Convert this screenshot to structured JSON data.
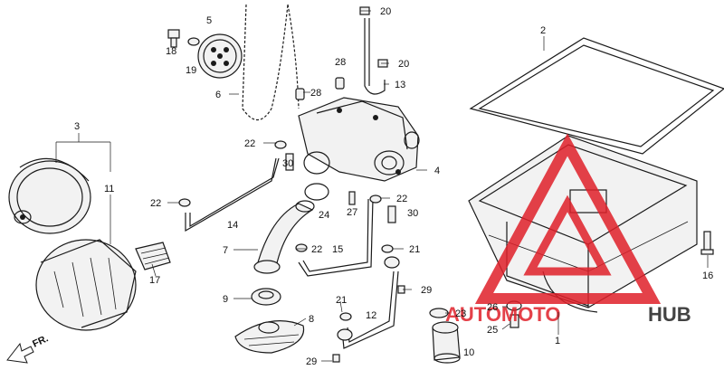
{
  "callouts": {
    "c1": "1",
    "c2": "2",
    "c3": "3",
    "c4": "4",
    "c5": "5",
    "c6": "6",
    "c7": "7",
    "c8": "8",
    "c9": "9",
    "c10": "10",
    "c11": "11",
    "c12": "12",
    "c13": "13",
    "c14": "14",
    "c15": "15",
    "c16": "16",
    "c17": "17",
    "c18": "18",
    "c19": "19",
    "c20a": "20",
    "c20b": "20",
    "c21a": "21",
    "c21b": "21",
    "c22a": "22",
    "c22b": "22",
    "c22c": "22",
    "c22d": "22",
    "c23": "23",
    "c24": "24",
    "c25": "25",
    "c26": "26",
    "c27": "27",
    "c28": "28",
    "c29a": "29",
    "c29b": "29",
    "c30a": "30",
    "c30b": "30"
  },
  "direction_label": "FR.",
  "watermark": {
    "left_text": "AUTOMOTO",
    "right_text": "HUB",
    "accent_color": "#e0202a",
    "dark_color": "#222222"
  }
}
